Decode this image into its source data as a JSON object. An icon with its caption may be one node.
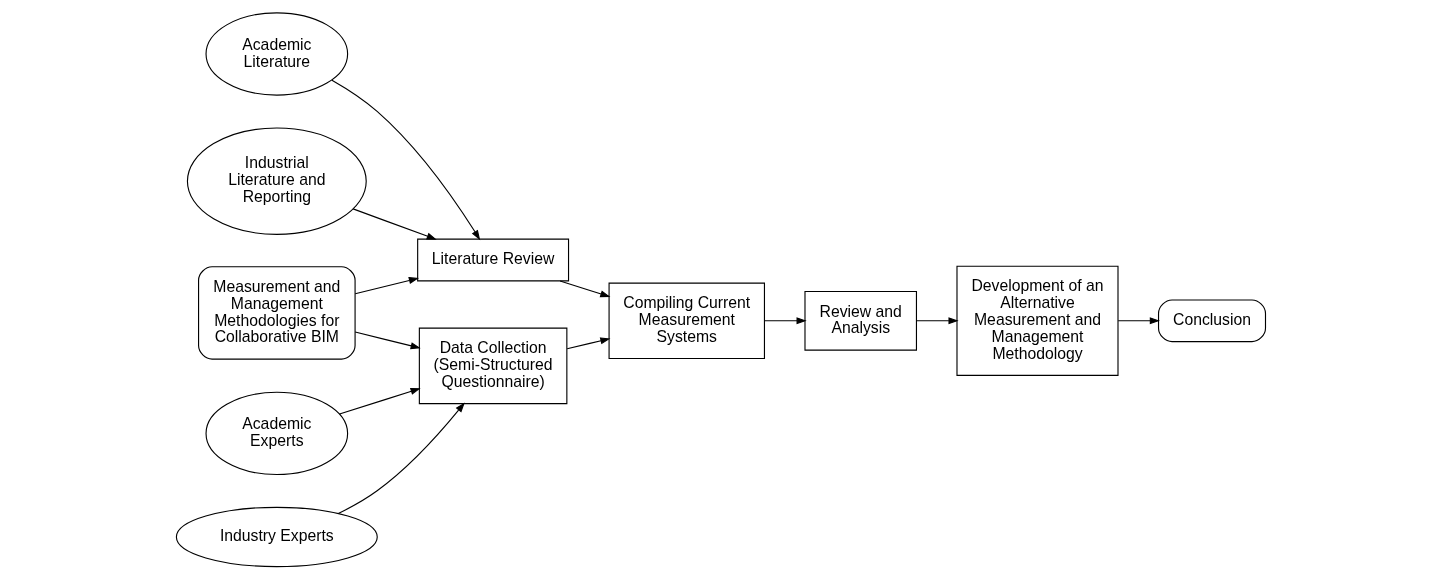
{
  "diagram": {
    "nodes": [
      {
        "text": [
          "Academic Literature"
        ]
      },
      {
        "text": [
          "Industrial Literature and Reporting"
        ]
      },
      {
        "text": [
          "Measurement and Management Methodologies for Collaborative BIM"
        ]
      },
      {
        "text": [
          "Literature Review"
        ]
      },
      {
        "text": [
          "Data Collection (Semi-Structured Questionnaire)"
        ]
      },
      {
        "text": [
          "Academic Experts"
        ]
      },
      {
        "text": [
          "Industry Experts"
        ]
      },
      {
        "text": [
          "Compiling Current Measurement Systems"
        ]
      },
      {
        "text": [
          "Review and Analysis"
        ]
      },
      {
        "text": [
          "Development of an Alternative Measurement and Management Methodology"
        ]
      },
      {
        "text": [
          "Conclusion"
        ]
      }
    ],
    "edges": [
      {
        "from": 0,
        "to": 3,
        "arrow": "to"
      },
      {
        "from": 1,
        "to": 3,
        "arrow": "to"
      },
      {
        "from": 2,
        "to": 3,
        "arrow": "to"
      },
      {
        "from": 2,
        "to": 4,
        "arrow": "to"
      },
      {
        "from": 5,
        "to": 4,
        "arrow": "to"
      },
      {
        "from": 6,
        "to": 4,
        "arrow": "to"
      },
      {
        "from": 3,
        "to": 7,
        "arrow": "to"
      },
      {
        "from": 4,
        "to": 7,
        "arrow": "to"
      },
      {
        "from": 7,
        "to": 8,
        "arrow": "to"
      },
      {
        "from": 8,
        "to": 9,
        "arrow": "to"
      },
      {
        "from": 9,
        "to": 10,
        "arrow": "to"
      }
    ]
  }
}
